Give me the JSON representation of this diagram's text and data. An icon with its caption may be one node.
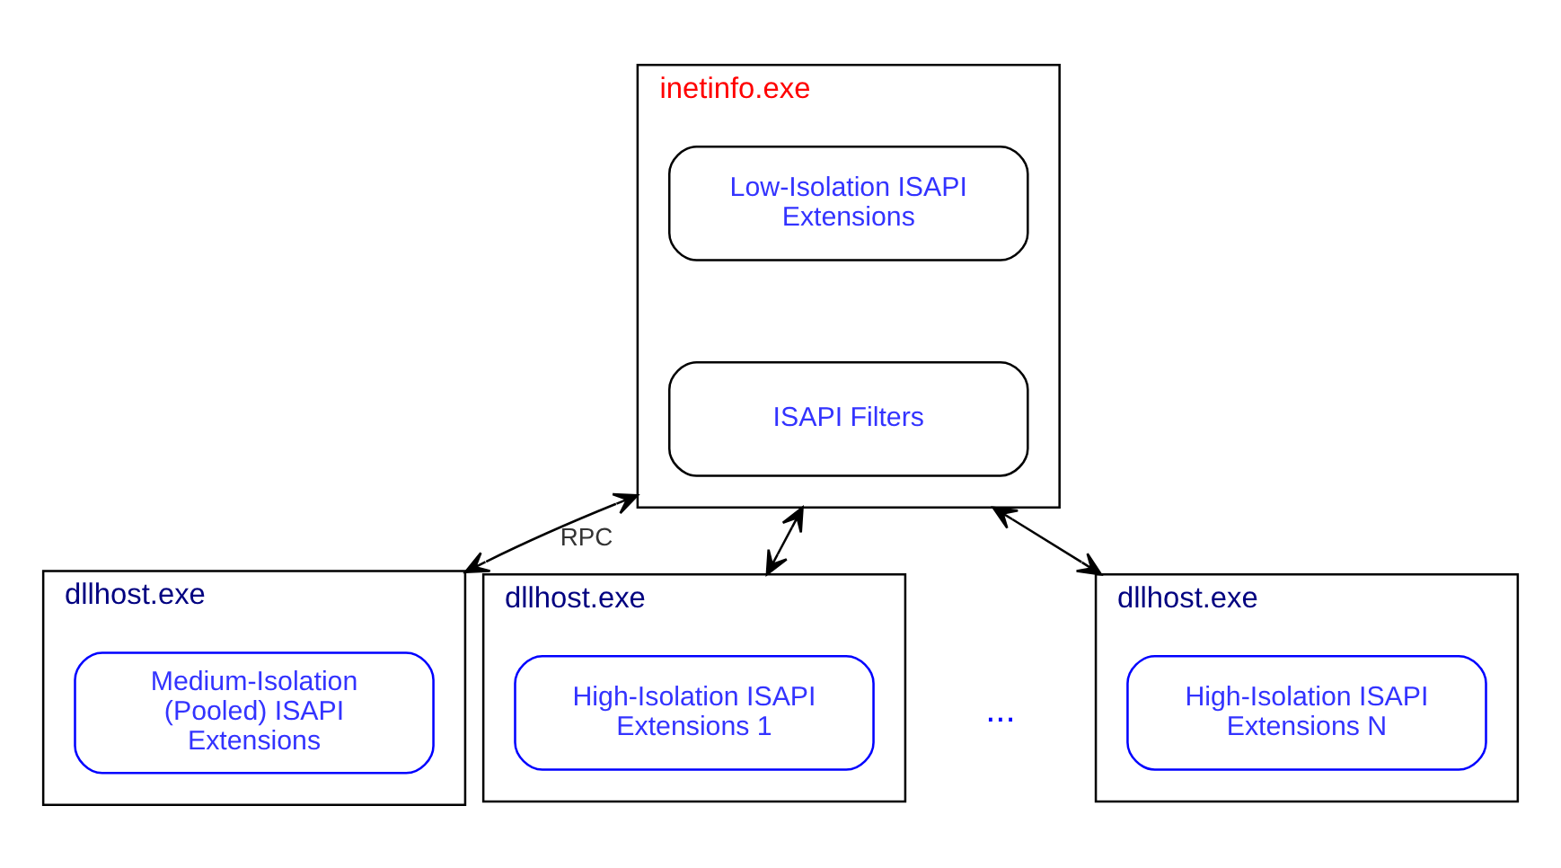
{
  "diagram": {
    "nodes": [
      {
        "text": [
          "inetinfo.exe"
        ]
      },
      {
        "text": [
          "Low-Isolation ISAPI Extensions"
        ],
        "in": 0
      },
      {
        "text": [
          "ISAPI Filters"
        ],
        "in": 0
      },
      {
        "text": [
          "dllhost.exe"
        ]
      },
      {
        "text": [
          "Medium-Isolation (Pooled) ISAPI Extensions"
        ],
        "in": 3
      },
      {
        "text": [
          "dllhost.exe"
        ]
      },
      {
        "text": [
          "High-Isolation ISAPI Extensions 1"
        ],
        "in": 5
      },
      {
        "text": [
          "dllhost.exe"
        ]
      },
      {
        "text": [
          "High-Isolation ISAPI Extensions N"
        ],
        "in": 7
      }
    ],
    "edges": [
      {
        "from": 0,
        "to": 3,
        "arrow": "both",
        "label": "RPC"
      },
      {
        "from": 0,
        "to": 5,
        "arrow": "both"
      },
      {
        "from": 0,
        "to": 7,
        "arrow": "both"
      }
    ],
    "labels": [
      "..."
    ]
  }
}
